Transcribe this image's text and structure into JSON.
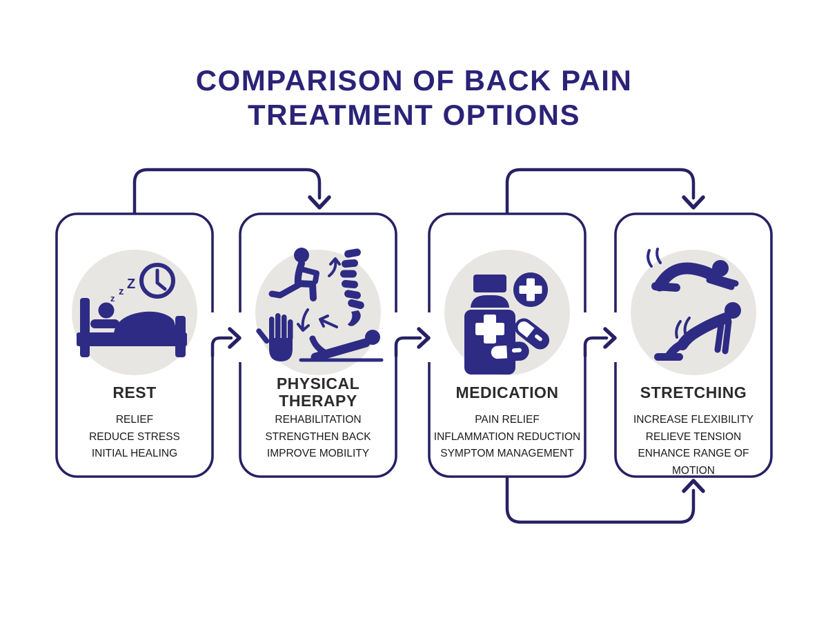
{
  "title": "COMPARISON OF BACK PAIN TREATMENT OPTIONS",
  "colors": {
    "outline_navy": "#272164",
    "icon_navy": "#2e2b84",
    "title_navy": "#2b2377",
    "circle_gray": "#e8e6e2",
    "card_title_text": "#2b2b2b",
    "item_text": "#1a1a1a",
    "background": "#ffffff"
  },
  "cards": [
    {
      "title": "REST",
      "icon": "sleep-bed-clock-icon",
      "items": [
        "RELIEF",
        "REDUCE STRESS",
        "INITIAL HEALING"
      ]
    },
    {
      "title": "PHYSICAL THERAPY",
      "icon": "physical-therapy-exercise-spine-icon",
      "items": [
        "REHABILITATION",
        "STRENGTHEN BACK",
        "IMPROVE MOBILITY"
      ]
    },
    {
      "title": "MEDICATION",
      "icon": "pill-bottle-capsules-icon",
      "items": [
        "PAIN RELIEF",
        "INFLAMMATION REDUCTION",
        "SYMPTOM MANAGEMENT"
      ]
    },
    {
      "title": "STRETCHING",
      "icon": "stretching-poses-icon",
      "items": [
        "INCREASE FLEXIBILITY",
        "RELIEVE TENSION",
        "ENHANCE RANGE OF MOTION"
      ]
    }
  ],
  "connections": [
    {
      "from": "REST",
      "to": "PHYSICAL THERAPY",
      "route": "top-loop"
    },
    {
      "from": "MEDICATION",
      "to": "STRETCHING",
      "route": "top-loop"
    },
    {
      "from": "REST",
      "to": "PHYSICAL THERAPY",
      "route": "middle"
    },
    {
      "from": "PHYSICAL THERAPY",
      "to": "MEDICATION",
      "route": "middle"
    },
    {
      "from": "MEDICATION",
      "to": "STRETCHING",
      "route": "middle"
    },
    {
      "from": "MEDICATION",
      "to": "STRETCHING",
      "route": "bottom-loop"
    }
  ]
}
